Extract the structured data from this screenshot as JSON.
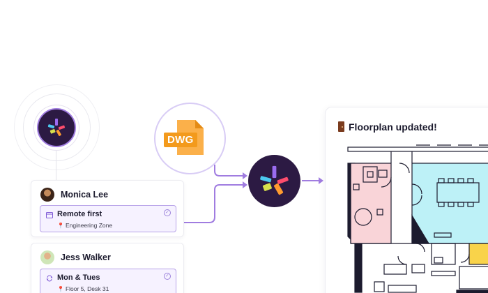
{
  "colors": {
    "accent_purple": "#a07ce0",
    "logo_background": "#2c1a43",
    "dwg_orange": "#f39a1c",
    "room_pink": "#f9d4d8",
    "room_blue": "#bdf1f7",
    "room_yellow": "#f9d34a"
  },
  "icons": {
    "logo": "pinwheel-logo-icon",
    "file": "dwg-file-icon",
    "calendar": "calendar-icon",
    "recurring": "repeat-icon",
    "pin": "map-pin-icon",
    "check": "check-circle-icon",
    "door": "door-icon"
  },
  "dwg": {
    "label": "DWG"
  },
  "users": [
    {
      "name": "Monica Lee",
      "booking_title": "Remote first",
      "booking_location": "Engineering Zone"
    },
    {
      "name": "Jess Walker",
      "booking_title": "Mon & Tues",
      "booking_location": "Floor 5, Desk 31"
    }
  ],
  "panel": {
    "title": "Floorplan updated!"
  }
}
